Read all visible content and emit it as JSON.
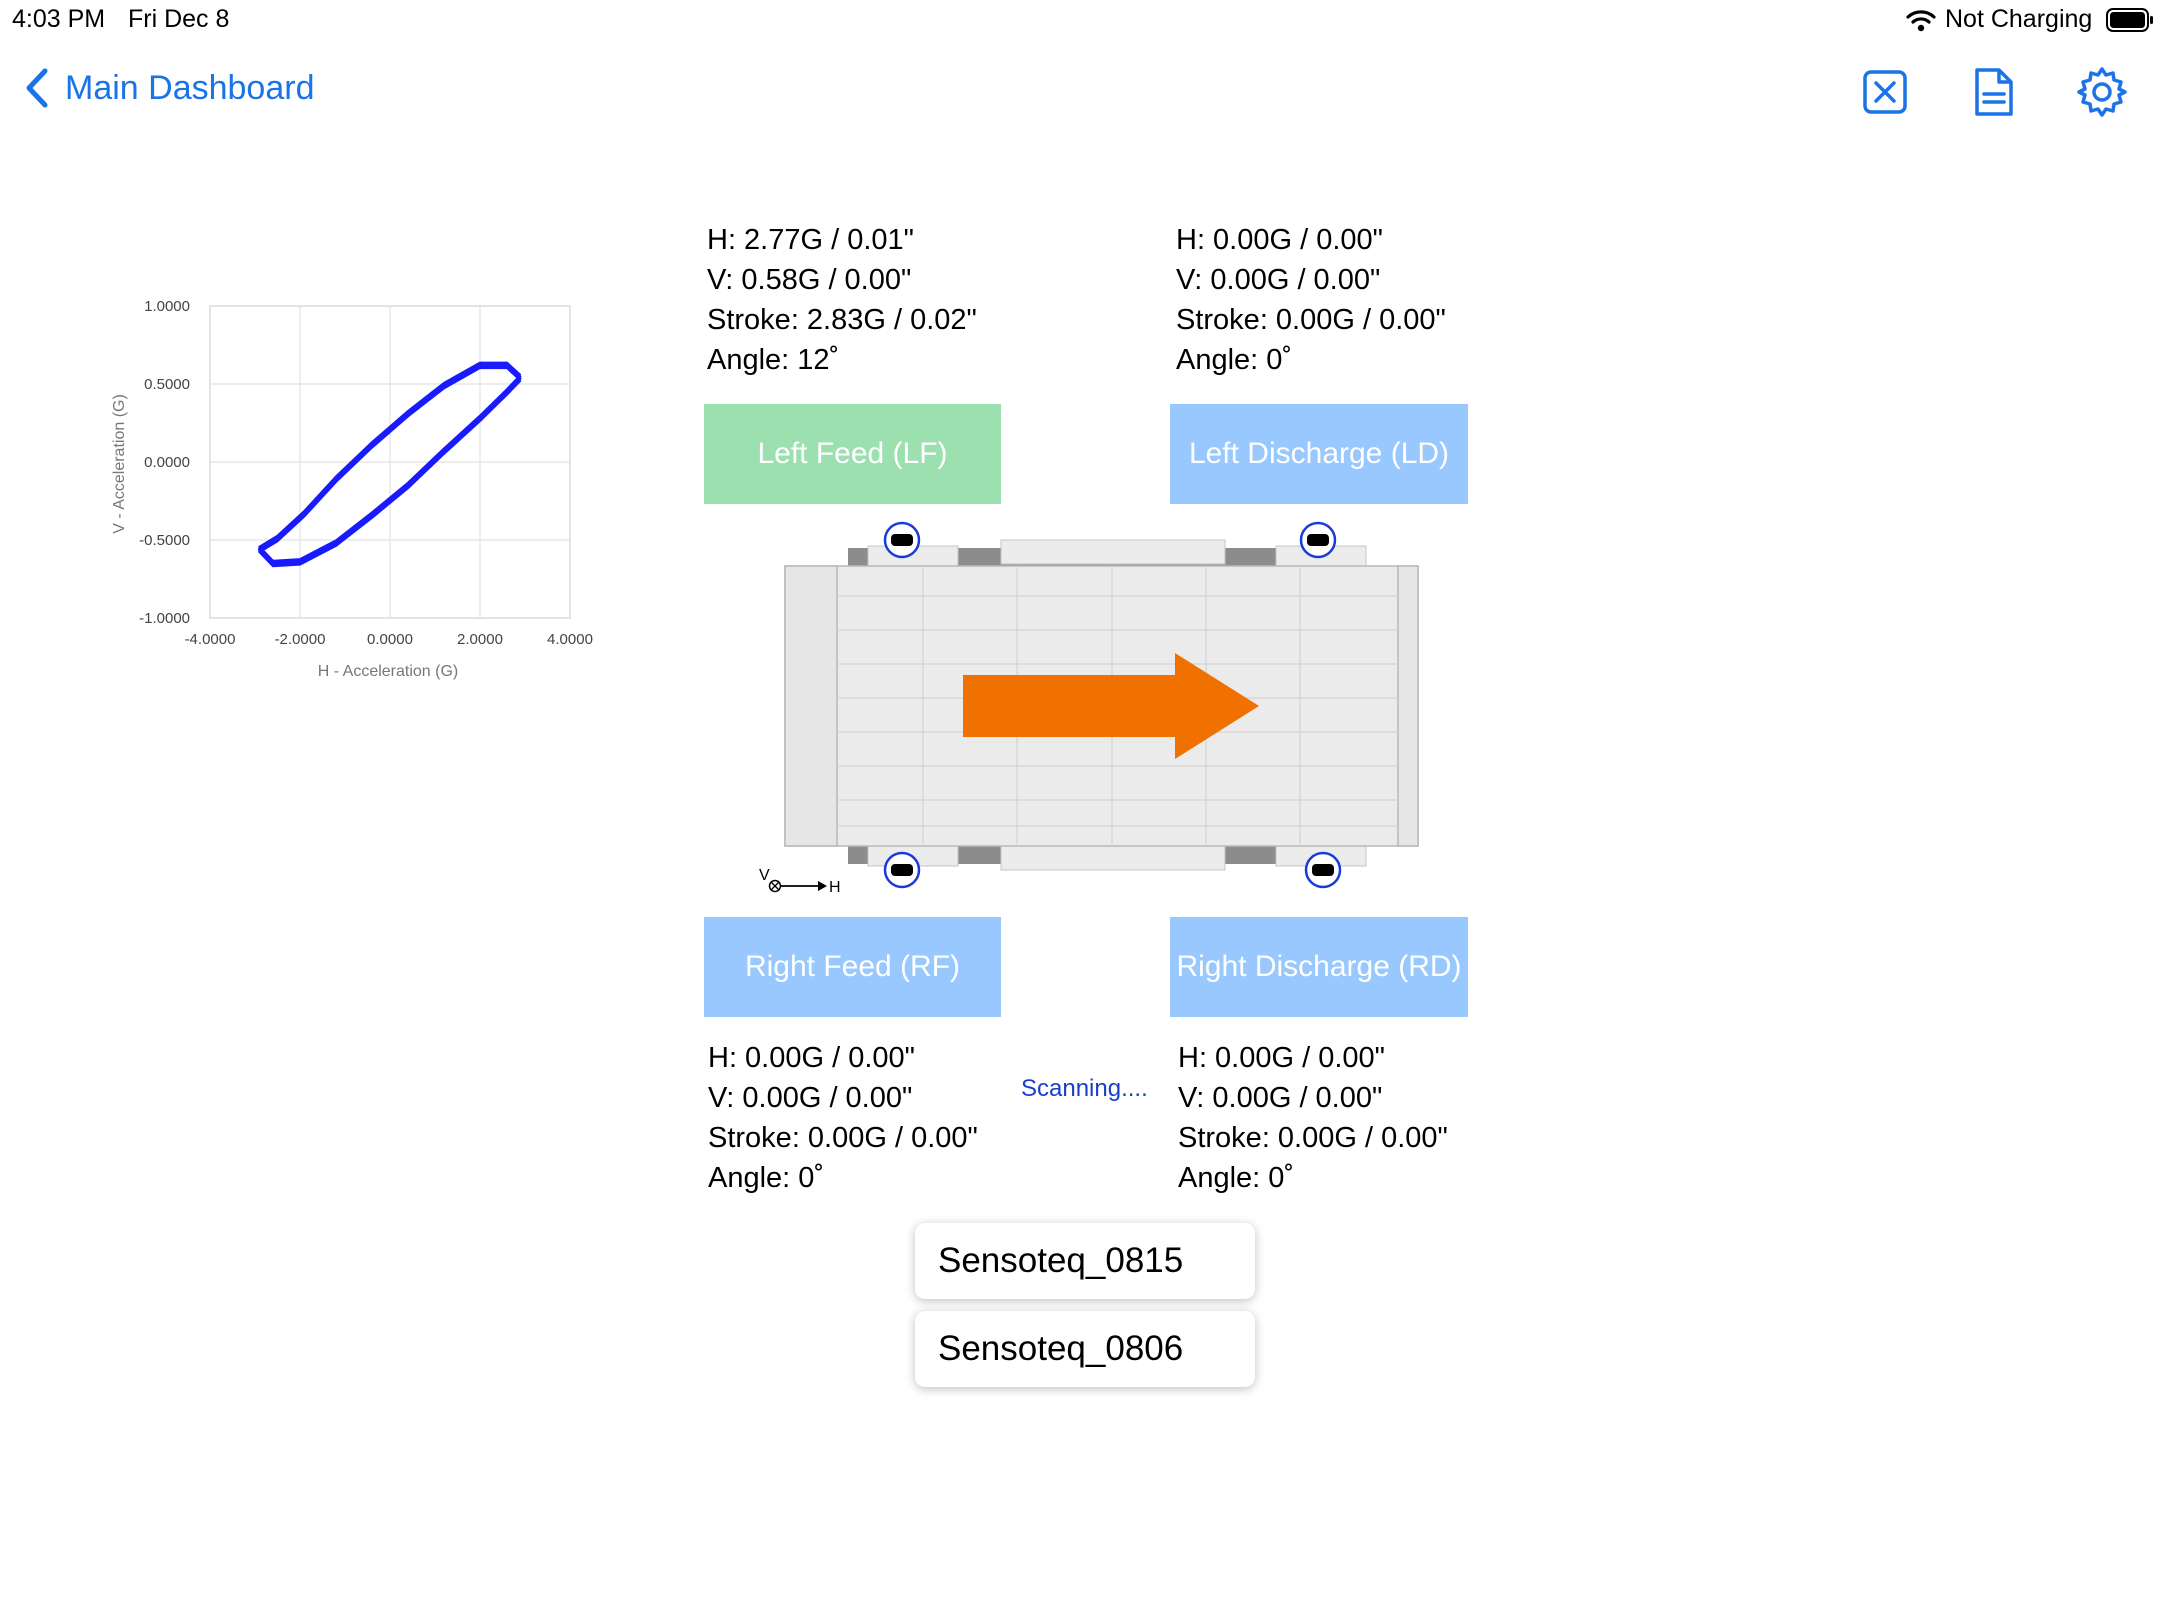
{
  "status_bar": {
    "time": "4:03 PM",
    "date": "Fri Dec 8",
    "charging": "Not Charging",
    "wifi_icon": "wifi-icon",
    "battery_icon": "battery-icon"
  },
  "nav": {
    "back_label": "Main Dashboard",
    "back_icon": "chevron-left-icon",
    "accent_color": "#1a73e8",
    "toolbar_icons": [
      "close-square-icon",
      "document-icon",
      "gear-icon"
    ]
  },
  "chart_data": {
    "type": "scatter",
    "title": "",
    "xlabel": "H - Acceleration (G)",
    "ylabel": "V - Acceleration (G)",
    "xlim": [
      -4,
      4
    ],
    "ylim": [
      -1,
      1
    ],
    "x_ticks": [
      "-4.0000",
      "-2.0000",
      "0.0000",
      "2.0000",
      "4.0000"
    ],
    "y_ticks": [
      "1.0000",
      "0.5000",
      "0.0000",
      "-0.5000",
      "-1.0000"
    ],
    "grid": true,
    "series": [
      {
        "color": "#1a1aff",
        "x": [
          2.9,
          2.6,
          2.0,
          1.2,
          0.4,
          -0.4,
          -1.2,
          -1.9,
          -2.5,
          -2.9,
          -2.6,
          -2.0,
          -1.2,
          -0.4,
          0.4,
          1.2,
          2.0,
          2.6,
          2.9
        ],
        "y": [
          0.54,
          0.62,
          0.62,
          0.49,
          0.31,
          0.11,
          -0.11,
          -0.33,
          -0.49,
          -0.56,
          -0.65,
          -0.64,
          -0.52,
          -0.34,
          -0.15,
          0.07,
          0.28,
          0.45,
          0.54
        ]
      }
    ]
  },
  "readouts": {
    "lf": {
      "h": "H: 2.77G / 0.01\"",
      "v": "V: 0.58G / 0.00\"",
      "stroke": "Stroke: 2.83G / 0.02\"",
      "angle": "Angle: 12˚"
    },
    "ld": {
      "h": "H: 0.00G / 0.00\"",
      "v": "V: 0.00G / 0.00\"",
      "stroke": "Stroke: 0.00G / 0.00\"",
      "angle": "Angle: 0˚"
    },
    "rf": {
      "h": "H: 0.00G / 0.00\"",
      "v": "V: 0.00G / 0.00\"",
      "stroke": "Stroke: 0.00G / 0.00\"",
      "angle": "Angle: 0˚"
    },
    "rd": {
      "h": "H: 0.00G / 0.00\"",
      "v": "V: 0.00G / 0.00\"",
      "stroke": "Stroke: 0.00G / 0.00\"",
      "angle": "Angle: 0˚"
    }
  },
  "positions": {
    "lf": {
      "label": "Left Feed (LF)",
      "color": "#9de0b0"
    },
    "ld": {
      "label": "Left Discharge (LD)",
      "color": "#99c8ff"
    },
    "rf": {
      "label": "Right Feed (RF)",
      "color": "#99c8ff"
    },
    "rd": {
      "label": "Right Discharge (RD)",
      "color": "#99c8ff"
    }
  },
  "diagram": {
    "axis_v": "V",
    "axis_h": "H",
    "arrow_color": "#f07000"
  },
  "scanning": "Scanning....",
  "sensors": [
    "Sensoteq_0815",
    "Sensoteq_0806"
  ]
}
